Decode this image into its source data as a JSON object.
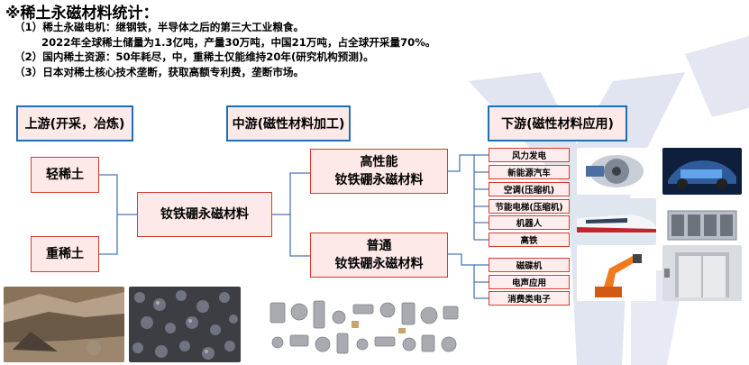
{
  "title": "※稀土永磁材料统计：",
  "notes": [
    "（1）稀土永磁电机：继钢铁，半导体之后的第三大工业粮食。",
    "2022年全球稀土储量为1.3亿吨，产量30万吨，中国21万吨，占全球开采量70%。",
    "（2）国内稀土资源：50年耗尽，中，重稀土仅能维持20年(研究机构预测)。",
    "（3）日本对稀土核心技术垄断，获取高额专利费，垄断市场。"
  ],
  "stages": {
    "upstream": "上游(开采，冶炼)",
    "midstream": "中游(磁性材料加工)",
    "downstream": "下游(磁性材料应用)"
  },
  "raw": {
    "light": "轻稀土",
    "heavy": "重稀土"
  },
  "ndfeb": "钕铁硼永磁材料",
  "high": {
    "line1": "高性能",
    "line2": "钕铁硼永磁材料"
  },
  "normal": {
    "line1": "普通",
    "line2": "钕铁硼永磁材料"
  },
  "apps_high": [
    "风力发电",
    "新能源汽车",
    "空调(压缩机)",
    "节能电梯(压缩机)",
    "机器人",
    "高铁"
  ],
  "apps_normal": [
    "磁碟机",
    "电声应用",
    "消费类电子"
  ],
  "colors": {
    "stage_border": "#1f6fb5",
    "box_border": "#d63a35",
    "box_fill": "#fde9e7",
    "connector": "#4a78b0"
  }
}
